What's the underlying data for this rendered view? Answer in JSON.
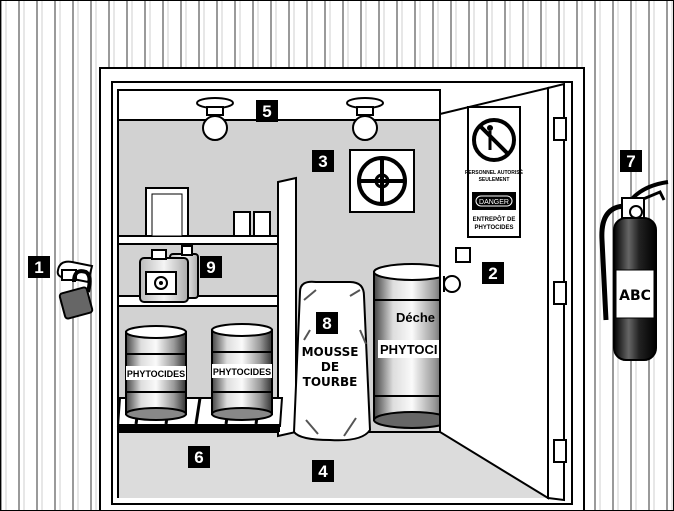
{
  "badges": [
    "1",
    "2",
    "3",
    "4",
    "5",
    "6",
    "7",
    "8",
    "9"
  ],
  "sign": {
    "line1": "PERSONNEL AUTORISÉ",
    "line2": "SEULEMENT",
    "danger": "DANGER",
    "line3": "ENTREPÔT DE",
    "line4": "PHYTOCIDES"
  },
  "drums": {
    "left": "PHYTOCIDES",
    "right": "PHYTOCIDES",
    "big_top": "Déche",
    "big_bottom": "PHYTOCI"
  },
  "bag": {
    "line1": "MOUSSE",
    "line2": "DE",
    "line3": "TOURBE"
  },
  "extinguisher": {
    "label": "ABC"
  },
  "colors": {
    "wall": "#d2d2d2",
    "floor": "#d8d8d8",
    "black": "#000000",
    "white": "#ffffff"
  }
}
